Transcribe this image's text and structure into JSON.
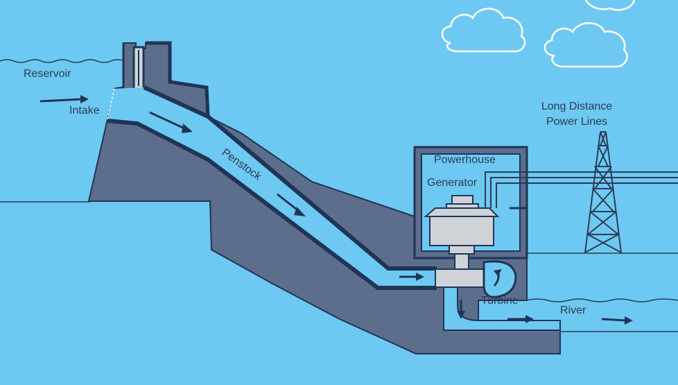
{
  "labels": {
    "reservoir": "Reservoir",
    "intake": "Intake",
    "penstock": "Penstock",
    "powerhouse": "Powerhouse",
    "generator": "Generator",
    "turbine": "Turbine",
    "river": "River",
    "power_lines": "Long Distance\nPower Lines"
  },
  "colors": {
    "sky": "#6ec9f2",
    "water": "#6ec9f2",
    "dam": "#5c6e8c",
    "outline": "#1f3456",
    "machinery": "#cfd3d8",
    "cloud": "#ffffff"
  },
  "icons": [
    "cloud-icon",
    "flow-arrow-icon",
    "transmission-tower-icon",
    "generator-icon",
    "turbine-icon"
  ]
}
